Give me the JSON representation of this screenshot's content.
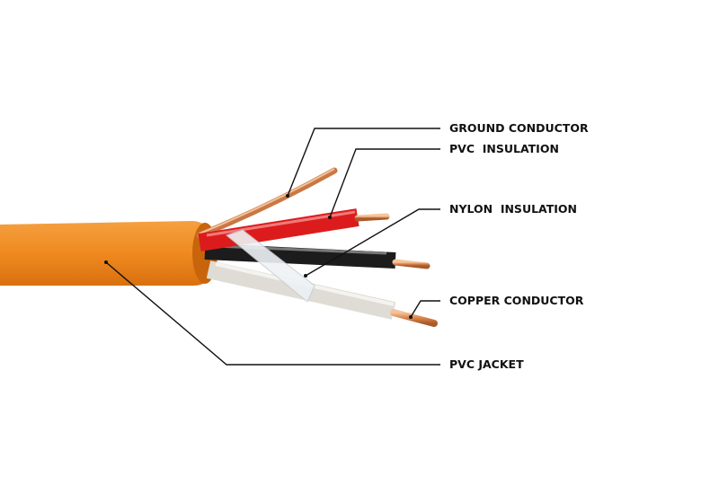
{
  "labels": {
    "ground_conductor": "GROUND CONDUCTOR",
    "pvc_insulation": "PVC  INSULATION",
    "nylon_insulation": "NYLON  INSULATION",
    "copper_conductor": "COPPER CONDUCTOR",
    "pvc_jacket": "PVC JACKET"
  },
  "colors": {
    "jacket": "#f08a1e",
    "red_wire": "#e01e1e",
    "black_wire": "#1a1a1a",
    "white_wire": "#e2e0da",
    "copper": "#d9844a",
    "leader": "#111111"
  }
}
